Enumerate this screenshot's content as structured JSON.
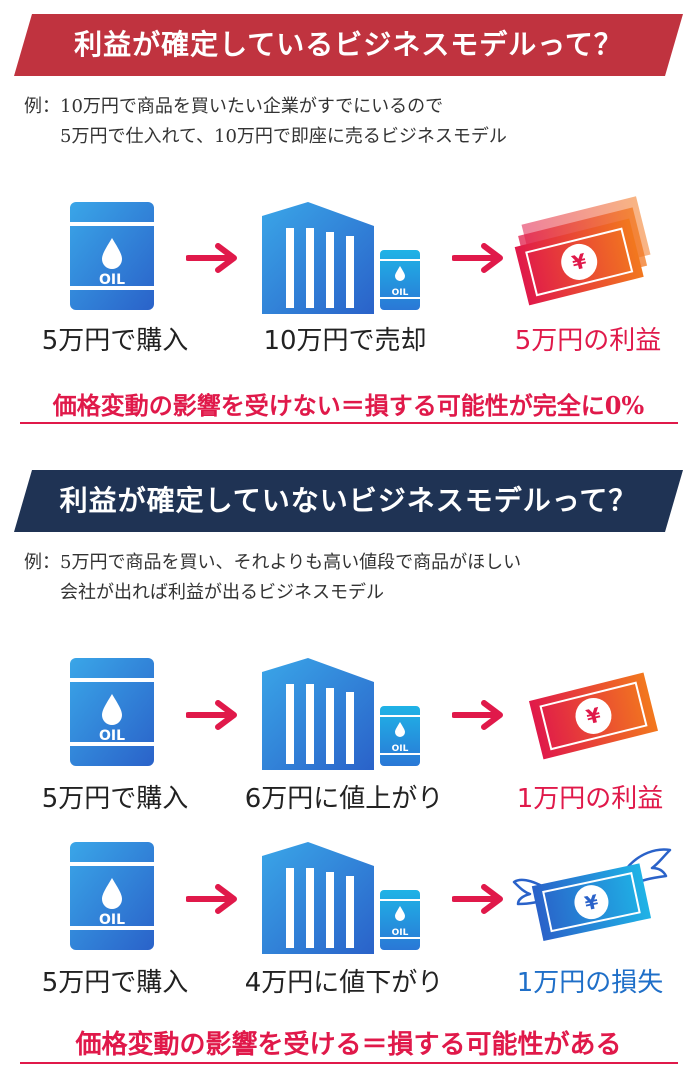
{
  "section1": {
    "title": "利益が確定しているビジネスモデルって？",
    "example_lead": "例：",
    "example_line1": "10万円で商品を買いたい企業がすでにいるので",
    "example_line2": "5万円で仕入れて、10万円で即座に売るビジネスモデル",
    "steps": {
      "buy": "5万円で購入",
      "sell": "10万円で売却",
      "result": "5万円の利益"
    },
    "summary": "価格変動の影響を受けない＝損する可能性が完全に0%"
  },
  "section2": {
    "title": "利益が確定していないビジネスモデルって？",
    "example_lead": "例：",
    "example_line1": "5万円で商品を買い、それよりも高い値段で商品がほしい",
    "example_line2": "会社が出れば利益が出るビジネスモデル",
    "row1": {
      "buy": "5万円で購入",
      "change": "6万円に値上がり",
      "result": "1万円の利益"
    },
    "row2": {
      "buy": "5万円で購入",
      "change": "4万円に値下がり",
      "result": "1万円の損失"
    },
    "summary": "価格変動の影響を受ける＝損する可能性がある"
  },
  "icons": {
    "barrel_label": "OIL",
    "yen_symbol": "¥"
  },
  "colors": {
    "banner_red": "#c0333f",
    "banner_navy": "#1f3354",
    "accent_red": "#e0194a",
    "accent_blue": "#1f6fc8",
    "icon_blue": "#2f7fd9"
  }
}
